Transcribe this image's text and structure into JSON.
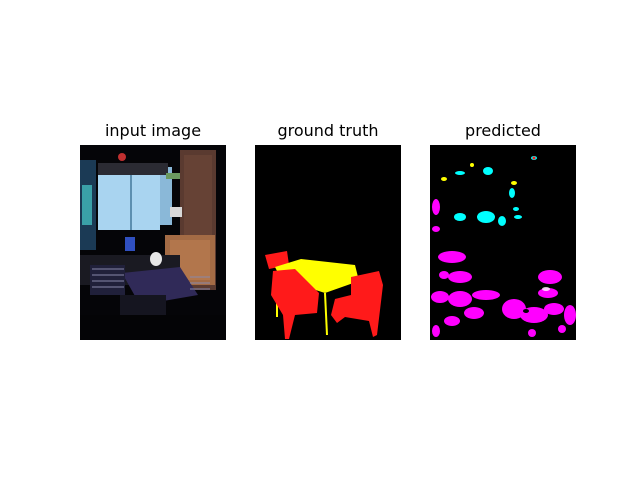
{
  "panels": [
    {
      "title": "input image",
      "content": "photo-kitchen-dining-area"
    },
    {
      "title": "ground truth",
      "content": "segmentation-mask-table-chairs"
    },
    {
      "title": "predicted",
      "content": "segmentation-mask-predicted"
    }
  ],
  "colors": {
    "background": "#ffffff",
    "mask_background": "#000000",
    "table_class": "#ffff00",
    "chair_class": "#ff1a1a",
    "predicted_magenta": "#ff00ff",
    "predicted_cyan": "#00ffff",
    "predicted_yellow": "#ffff00"
  }
}
